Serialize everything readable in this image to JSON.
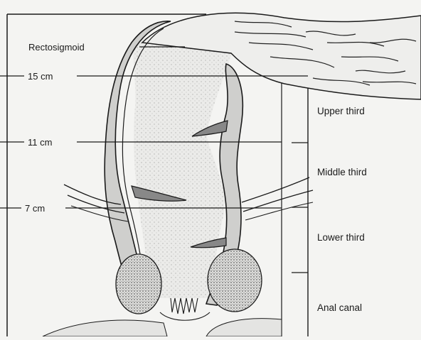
{
  "labels": {
    "rectosigmoid": "Rectosigmoid",
    "cm15": "15 cm",
    "cm11": "11 cm",
    "cm7": "7 cm"
  },
  "regions": {
    "upper": "Upper third",
    "middle": "Middle third",
    "lower": "Lower third",
    "anal": "Anal canal"
  }
}
